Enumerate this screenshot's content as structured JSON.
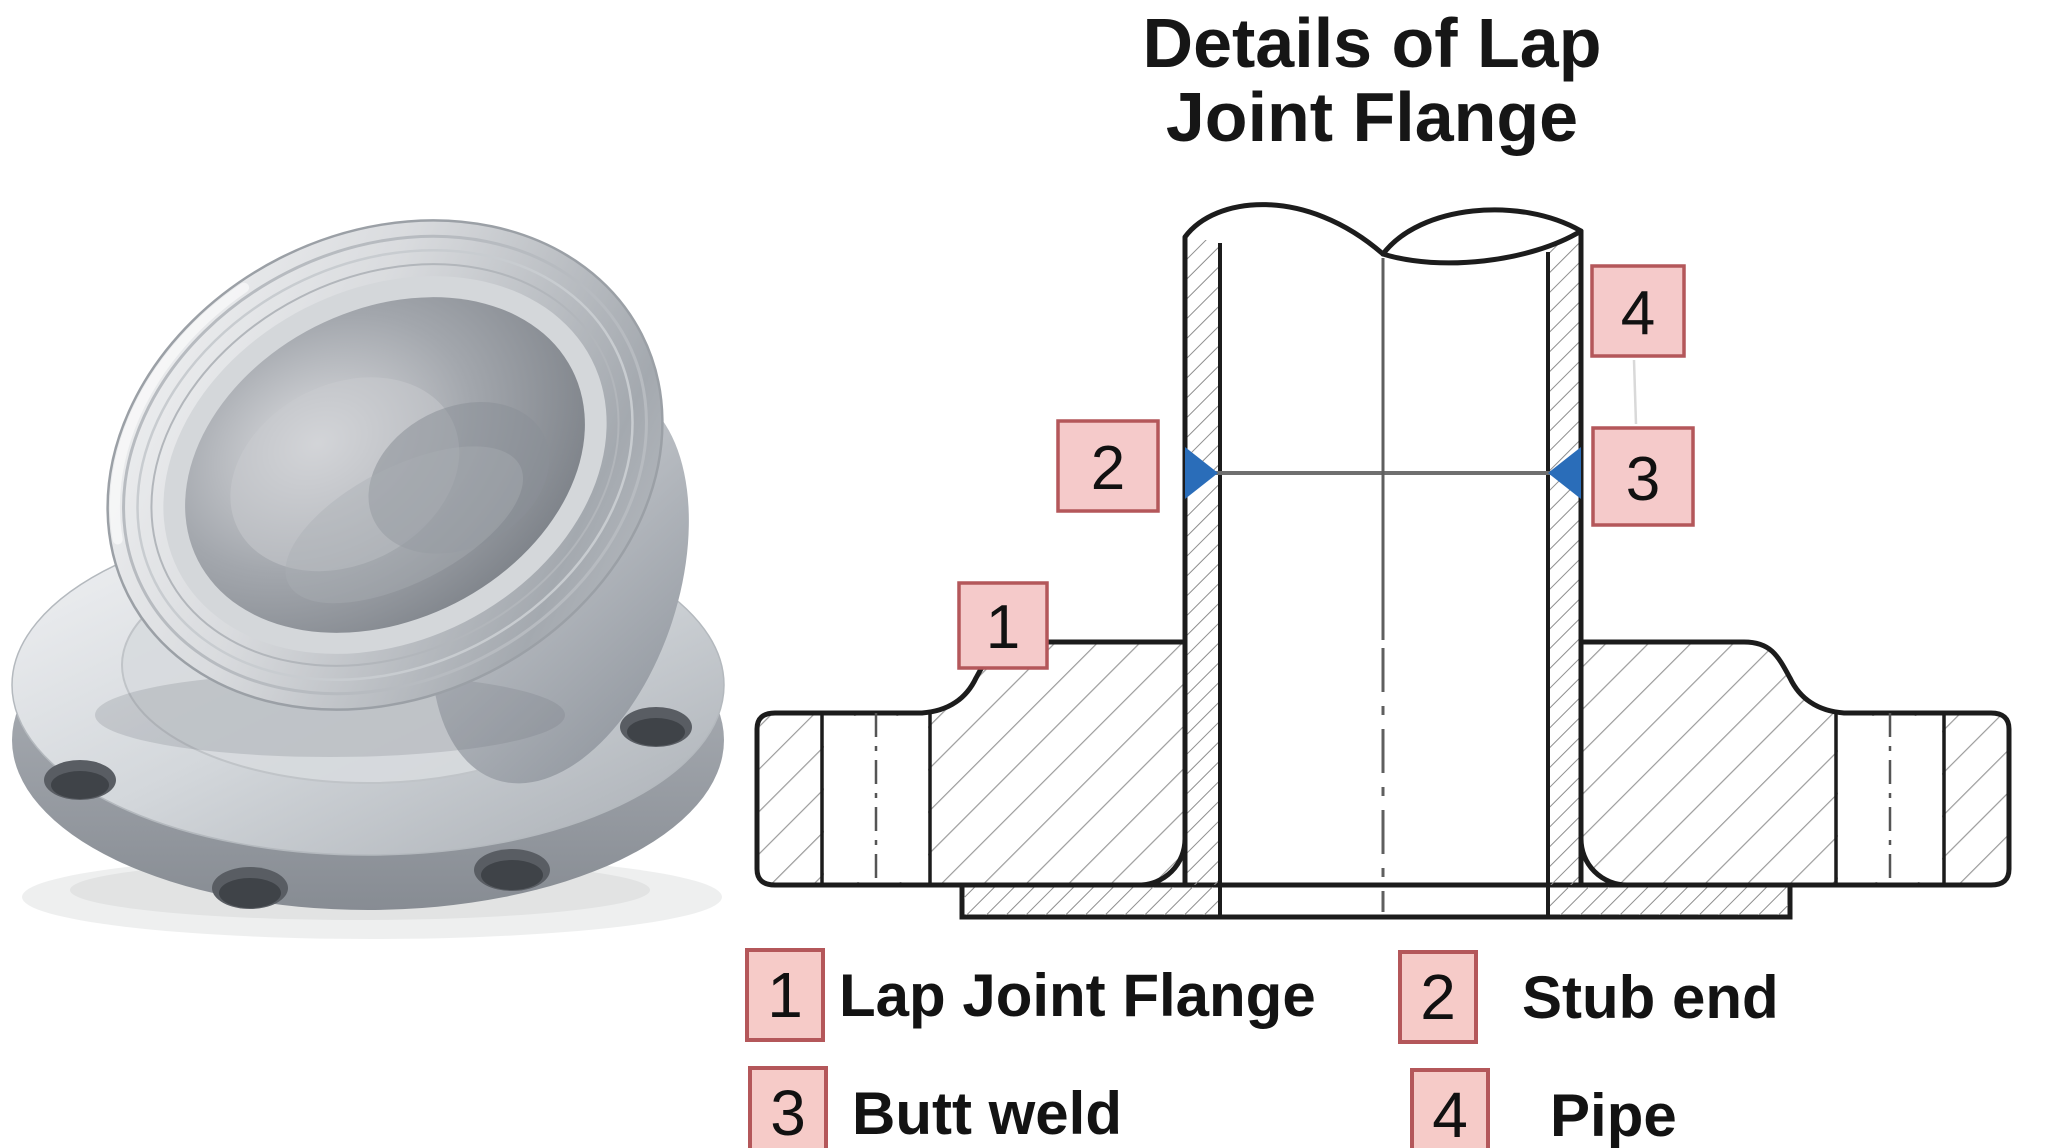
{
  "title": {
    "lines": [
      "Details of Lap",
      "Joint Flange"
    ]
  },
  "diagram": {
    "callouts": [
      {
        "number": "1",
        "target": "lap-joint-flange"
      },
      {
        "number": "2",
        "target": "stub-end"
      },
      {
        "number": "3",
        "target": "butt-weld"
      },
      {
        "number": "4",
        "target": "pipe"
      }
    ]
  },
  "legend": {
    "items": [
      {
        "number": "1",
        "label": "Lap Joint Flange"
      },
      {
        "number": "2",
        "label": "Stub end"
      },
      {
        "number": "3",
        "label": "Butt weld"
      },
      {
        "number": "4",
        "label": "Pipe"
      }
    ]
  },
  "colors": {
    "callout_fill": "#f5caca",
    "callout_border": "#b4575a",
    "weld_blue": "#2a6db9",
    "drawing_line": "#1c1c1c",
    "hatch_gray": "#9b9b9b",
    "centerline_gray": "#5f5f5f",
    "metal_silver": "#c6cacf"
  }
}
